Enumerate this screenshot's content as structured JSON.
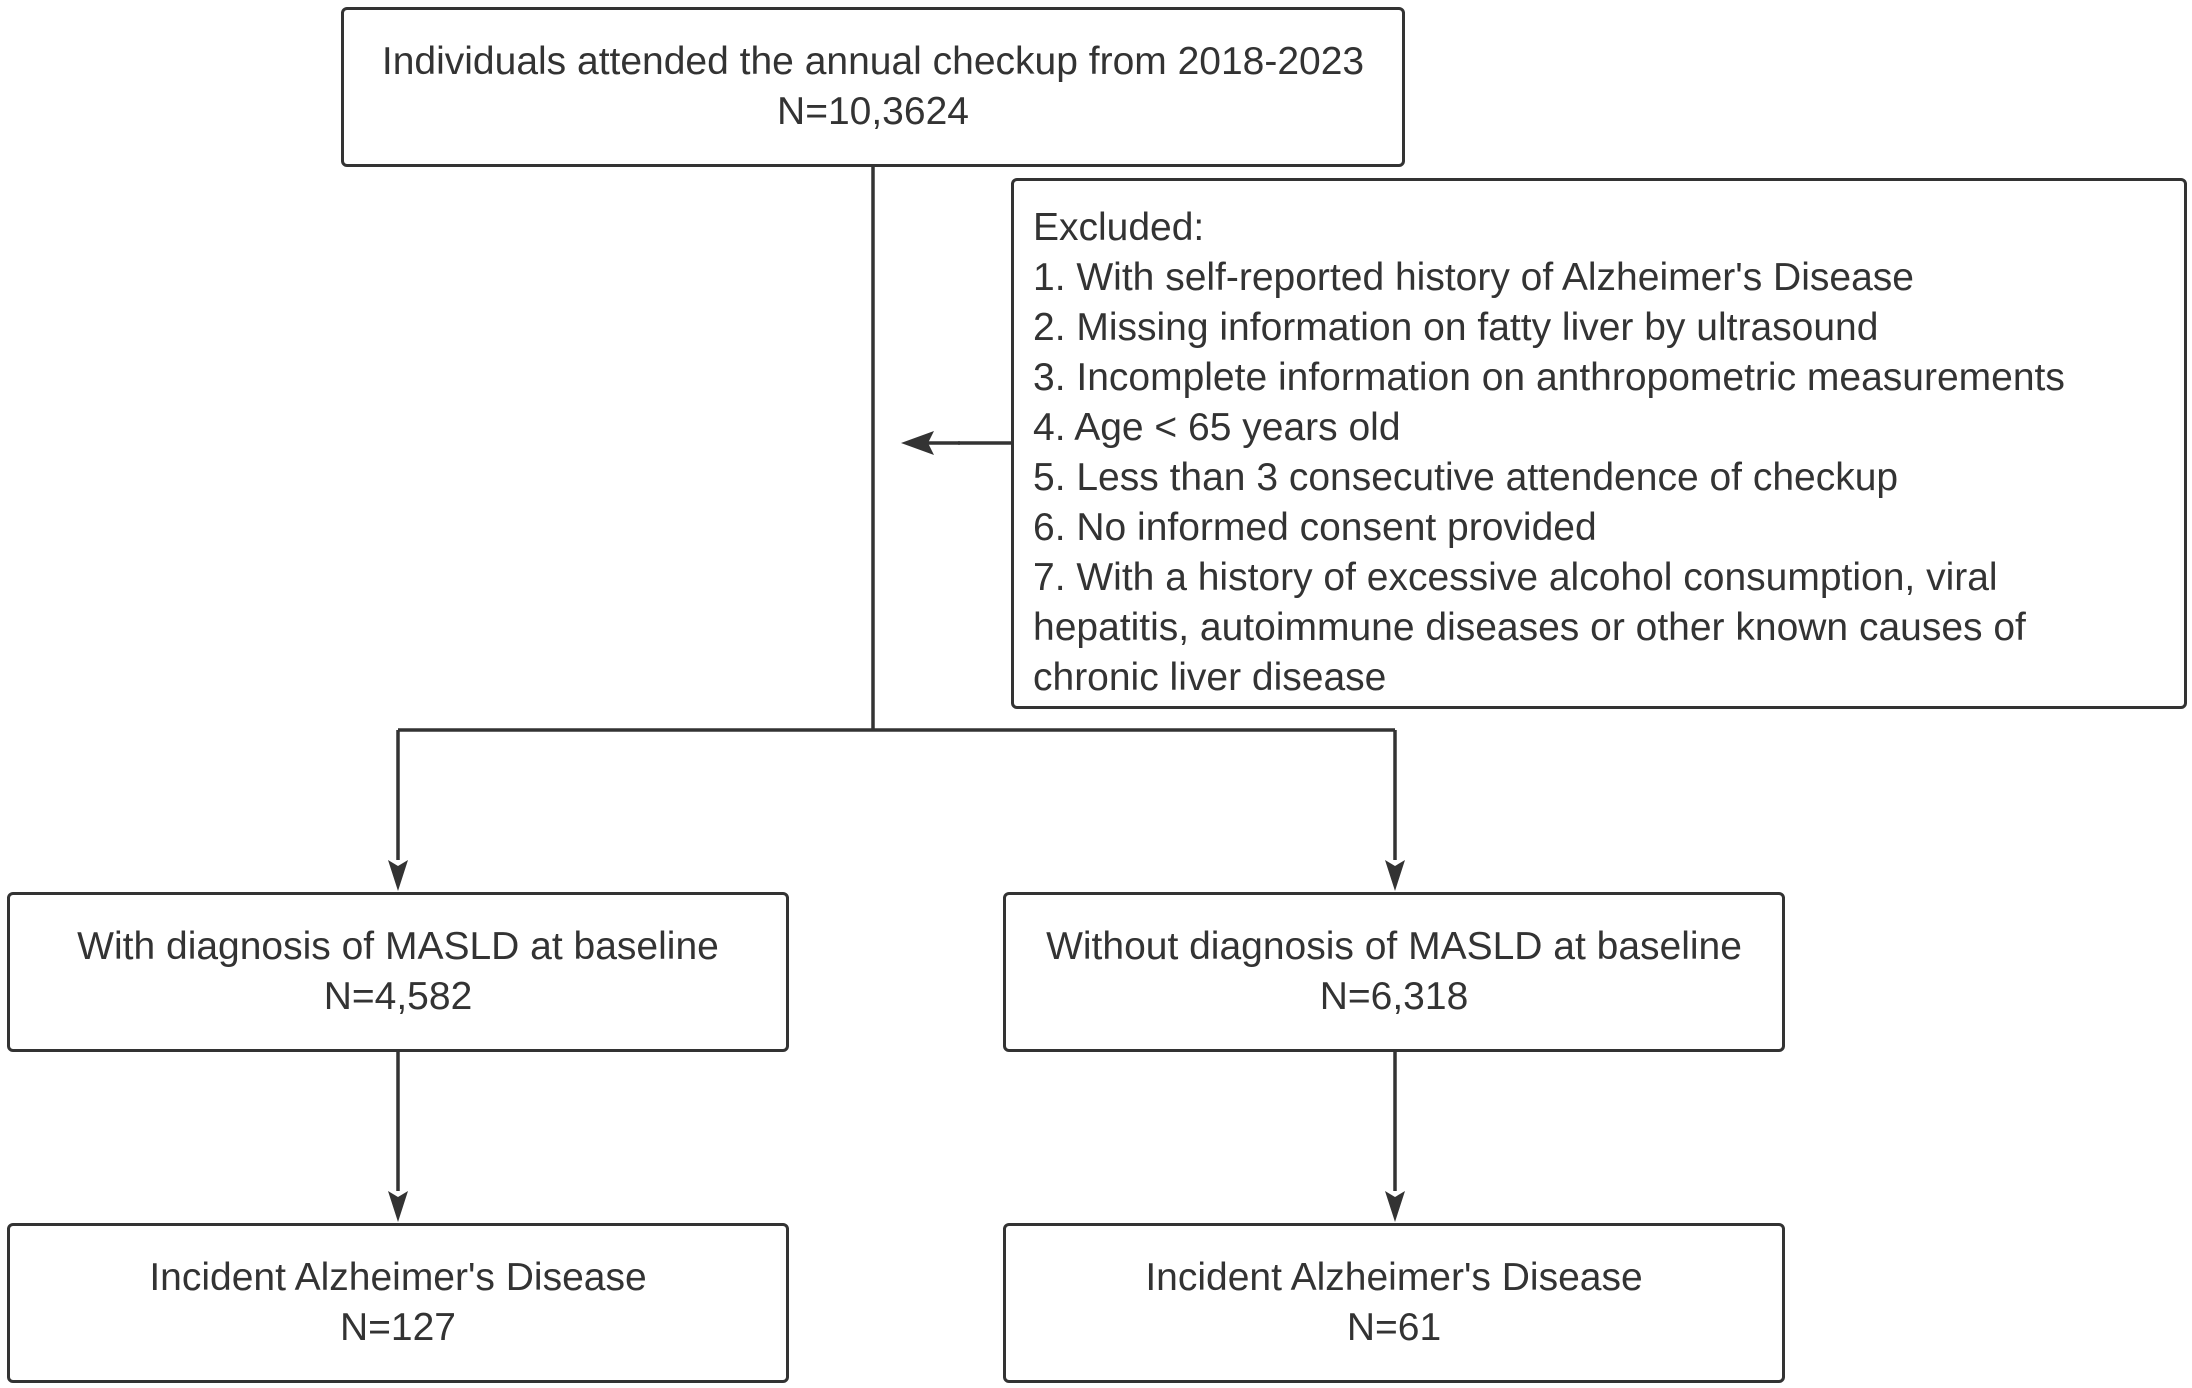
{
  "nodes": {
    "enrolled": {
      "line1": "Individuals attended the annual checkup from 2018-2023",
      "line2": "N=10,3624"
    },
    "excluded": {
      "title": "Excluded:",
      "items": [
        "1. With self-reported history of Alzheimer's Disease",
        "2. Missing information on fatty liver by ultrasound",
        "3. Incomplete information on anthropometric measurements",
        "4. Age < 65 years old",
        "5. Less than 3 consecutive attendence of checkup",
        "6. No informed consent provided",
        "7. With a history of excessive alcohol consumption, viral",
        "hepatitis, autoimmune diseases or other known causes of",
        "chronic liver disease"
      ]
    },
    "masld": {
      "line1": "With diagnosis of MASLD at baseline",
      "line2": "N=4,582"
    },
    "no_masld": {
      "line1": "Without diagnosis of MASLD at baseline",
      "line2": "N=6,318"
    },
    "ad_masld": {
      "line1": "Incident Alzheimer's Disease",
      "line2": "N=127"
    },
    "ad_no_masld": {
      "line1": "Incident Alzheimer's Disease",
      "line2": "N=61"
    }
  }
}
